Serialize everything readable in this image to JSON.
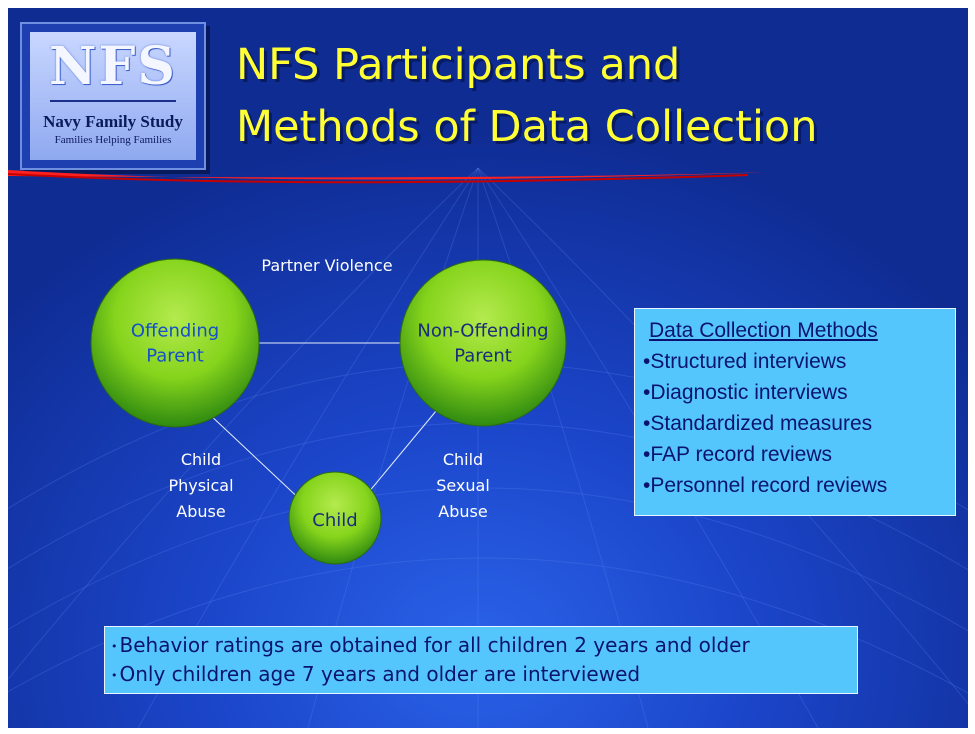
{
  "logo": {
    "letters": "NFS",
    "name": "Navy Family Study",
    "tagline": "Families Helping Families"
  },
  "title": {
    "line1": "NFS Participants and",
    "line2": "Methods of Data Collection"
  },
  "diagram": {
    "nodes": {
      "offending_parent": "Offending\nParent",
      "non_offending_parent": "Non-Offending\nParent",
      "child": "Child"
    },
    "edges": {
      "partner_violence": "Partner Violence",
      "child_physical_abuse": "Child\nPhysical\nAbuse",
      "child_sexual_abuse": "Child\nSexual\nAbuse"
    }
  },
  "methods": {
    "title": "Data Collection Methods",
    "items": [
      "•Structured interviews",
      "•Diagnostic interviews",
      "•Standardized measures",
      "•FAP record reviews",
      "•Personnel record reviews"
    ]
  },
  "notes": {
    "bullet": "•",
    "items": [
      "Behavior ratings are obtained for all children 2 years and older",
      "Only children age 7 years and older are interviewed"
    ]
  },
  "colors": {
    "title": "#ffff33",
    "box": "#55c6fb",
    "box_text": "#0a1470",
    "node_text": "#1450c8",
    "accent": "#ff1f1f",
    "background": "#1b45c9"
  }
}
